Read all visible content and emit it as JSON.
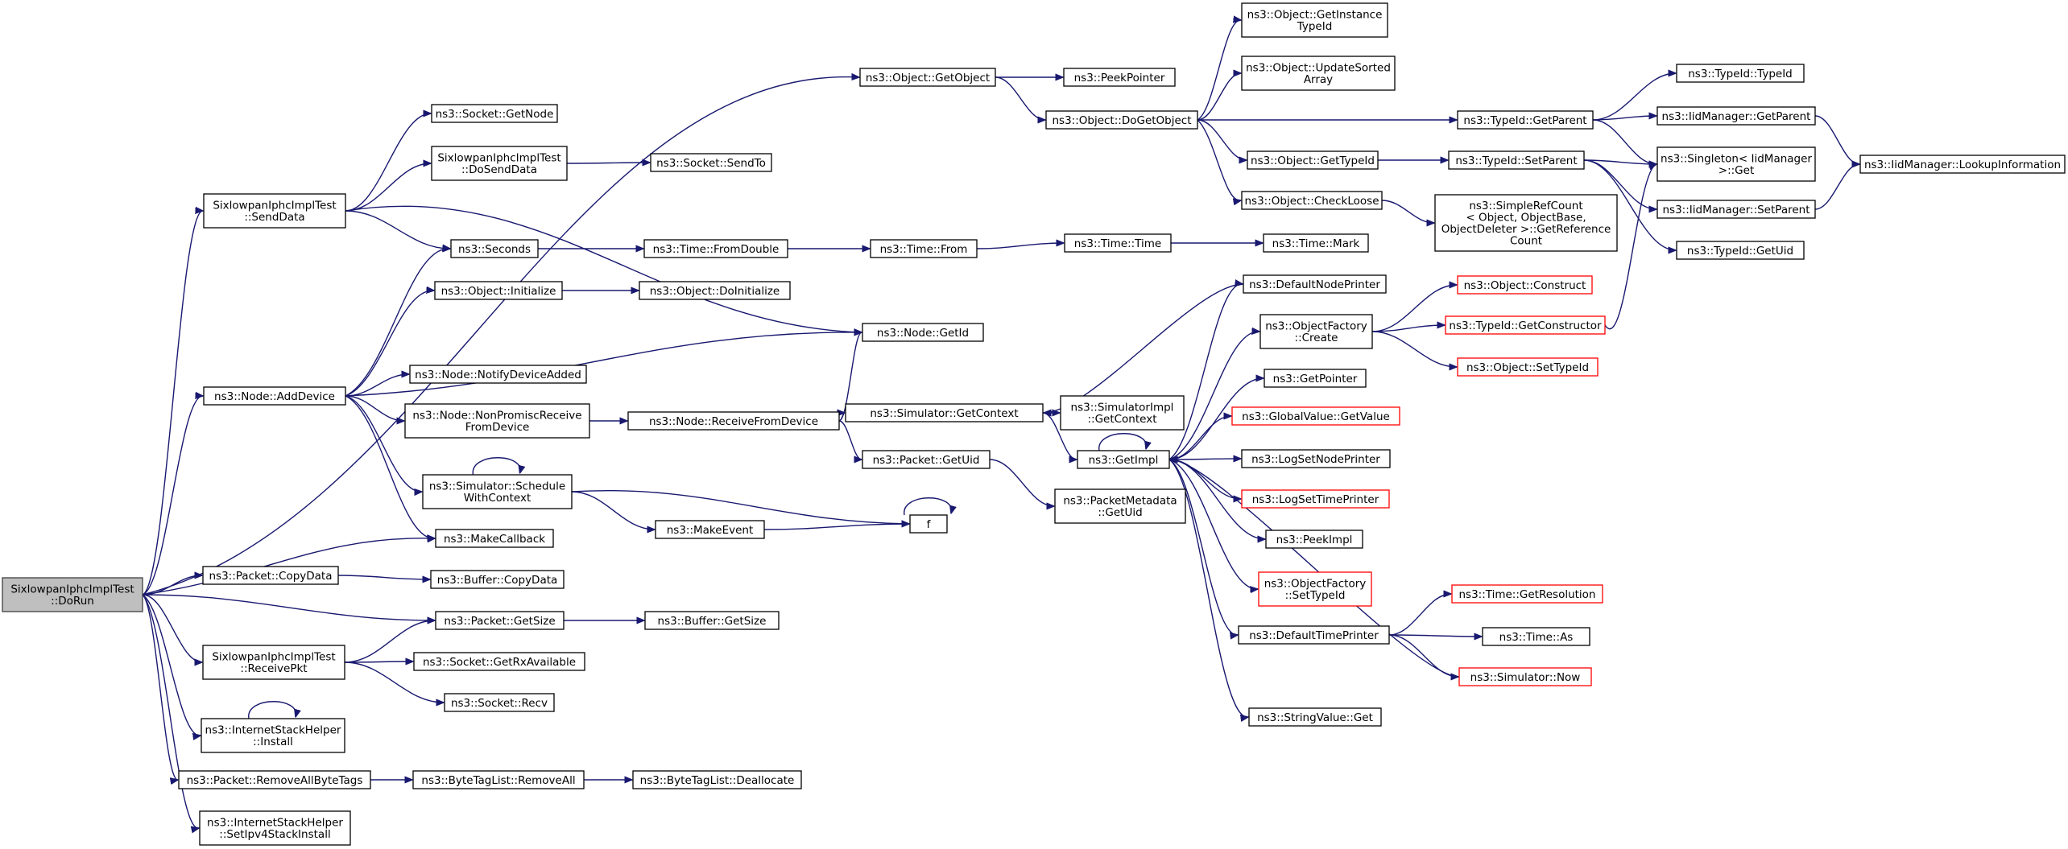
{
  "colors": {
    "edge": "#191970",
    "node_border": "#000000",
    "node_border_external": "#ff0000",
    "root_fill": "#bfbfbf"
  },
  "nodes": [
    {
      "id": "root",
      "label": [
        "SixlowpanIphcImplTest",
        "::DoRun"
      ],
      "style": "root"
    },
    {
      "id": "getobject",
      "label": [
        "ns3::Object::GetObject"
      ]
    },
    {
      "id": "peekpointer",
      "label": [
        "ns3::PeekPointer"
      ]
    },
    {
      "id": "dogetobject",
      "label": [
        "ns3::Object::DoGetObject"
      ]
    },
    {
      "id": "getinstancetypeid",
      "label": [
        "ns3::Object::GetInstance",
        "TypeId"
      ]
    },
    {
      "id": "updatesorted",
      "label": [
        "ns3::Object::UpdateSorted",
        "Array"
      ]
    },
    {
      "id": "typeid_getparent",
      "label": [
        "ns3::TypeId::GetParent"
      ]
    },
    {
      "id": "typeid_typeid",
      "label": [
        "ns3::TypeId::TypeId"
      ]
    },
    {
      "id": "iid_getparent",
      "label": [
        "ns3::IidManager::GetParent"
      ]
    },
    {
      "id": "singleton",
      "label": [
        "ns3::Singleton< IidManager",
        "  >::Get"
      ]
    },
    {
      "id": "lookup",
      "label": [
        "ns3::IidManager::LookupInformation"
      ]
    },
    {
      "id": "object_gettypeid",
      "label": [
        "ns3::Object::GetTypeId"
      ]
    },
    {
      "id": "typeid_setparent",
      "label": [
        "ns3::TypeId::SetParent"
      ]
    },
    {
      "id": "iid_setparent",
      "label": [
        "ns3::IidManager::SetParent"
      ]
    },
    {
      "id": "checkloose",
      "label": [
        "ns3::Object::CheckLoose"
      ]
    },
    {
      "id": "simplerefcount",
      "label": [
        "ns3::SimpleRefCount",
        "< Object, ObjectBase,",
        "  ObjectDeleter >::GetReference",
        "Count"
      ]
    },
    {
      "id": "typeid_getuid",
      "label": [
        "ns3::TypeId::GetUid"
      ]
    },
    {
      "id": "socket_getnode",
      "label": [
        "ns3::Socket::GetNode"
      ]
    },
    {
      "id": "dosenddata",
      "label": [
        "SixlowpanIphcImplTest",
        "::DoSendData"
      ]
    },
    {
      "id": "socket_sendto",
      "label": [
        "ns3::Socket::SendTo"
      ]
    },
    {
      "id": "senddata",
      "label": [
        "SixlowpanIphcImplTest",
        "::SendData"
      ]
    },
    {
      "id": "seconds",
      "label": [
        "ns3::Seconds"
      ]
    },
    {
      "id": "fromdouble",
      "label": [
        "ns3::Time::FromDouble"
      ]
    },
    {
      "id": "time_from",
      "label": [
        "ns3::Time::From"
      ]
    },
    {
      "id": "time_time",
      "label": [
        "ns3::Time::Time"
      ]
    },
    {
      "id": "time_mark",
      "label": [
        "ns3::Time::Mark"
      ]
    },
    {
      "id": "initialize",
      "label": [
        "ns3::Object::Initialize"
      ]
    },
    {
      "id": "doinitialize",
      "label": [
        "ns3::Object::DoInitialize"
      ]
    },
    {
      "id": "defaultnodeprinter",
      "label": [
        "ns3::DefaultNodePrinter"
      ]
    },
    {
      "id": "objectconstruct",
      "label": [
        "ns3::Object::Construct"
      ],
      "style": "red"
    },
    {
      "id": "factory_create",
      "label": [
        "ns3::ObjectFactory",
        "::Create"
      ]
    },
    {
      "id": "getconstructor",
      "label": [
        "ns3::TypeId::GetConstructor"
      ],
      "style": "red"
    },
    {
      "id": "node_getid",
      "label": [
        "ns3::Node::GetId"
      ]
    },
    {
      "id": "object_settypeid",
      "label": [
        "ns3::Object::SetTypeId"
      ],
      "style": "red"
    },
    {
      "id": "notifydeviceadded",
      "label": [
        "ns3::Node::NotifyDeviceAdded"
      ]
    },
    {
      "id": "getpointer",
      "label": [
        "ns3::GetPointer"
      ]
    },
    {
      "id": "adddevice",
      "label": [
        "ns3::Node::AddDevice"
      ]
    },
    {
      "id": "nonpromisc",
      "label": [
        "ns3::Node::NonPromiscReceive",
        "FromDevice"
      ]
    },
    {
      "id": "receivefromdevice",
      "label": [
        "ns3::Node::ReceiveFromDevice"
      ]
    },
    {
      "id": "getcontext",
      "label": [
        "ns3::Simulator::GetContext"
      ]
    },
    {
      "id": "simimpl_getcontext",
      "label": [
        "ns3::SimulatorImpl",
        "::GetContext"
      ]
    },
    {
      "id": "globalvalue",
      "label": [
        "ns3::GlobalValue::GetValue"
      ],
      "style": "red"
    },
    {
      "id": "packet_getuid",
      "label": [
        "ns3::Packet::GetUid"
      ]
    },
    {
      "id": "getimpl",
      "label": [
        "ns3::GetImpl"
      ]
    },
    {
      "id": "logsetnodeprinter",
      "label": [
        "ns3::LogSetNodePrinter"
      ]
    },
    {
      "id": "schedulewithcontext",
      "label": [
        "ns3::Simulator::Schedule",
        "WithContext"
      ]
    },
    {
      "id": "packetmetadata",
      "label": [
        "ns3::PacketMetadata",
        "::GetUid"
      ]
    },
    {
      "id": "logsettimeprinter",
      "label": [
        "ns3::LogSetTimePrinter"
      ],
      "style": "red"
    },
    {
      "id": "makeevent",
      "label": [
        "ns3::MakeEvent"
      ]
    },
    {
      "id": "f",
      "label": [
        "f"
      ]
    },
    {
      "id": "makecallback",
      "label": [
        "ns3::MakeCallback"
      ]
    },
    {
      "id": "peekimpl",
      "label": [
        "ns3::PeekImpl"
      ]
    },
    {
      "id": "packet_copydata",
      "label": [
        "ns3::Packet::CopyData"
      ]
    },
    {
      "id": "buffer_copydata",
      "label": [
        "ns3::Buffer::CopyData"
      ]
    },
    {
      "id": "factory_settypeid",
      "label": [
        "ns3::ObjectFactory",
        "::SetTypeId"
      ],
      "style": "red"
    },
    {
      "id": "getresolution",
      "label": [
        "ns3::Time::GetResolution"
      ],
      "style": "red"
    },
    {
      "id": "packet_getsize",
      "label": [
        "ns3::Packet::GetSize"
      ]
    },
    {
      "id": "buffer_getsize",
      "label": [
        "ns3::Buffer::GetSize"
      ]
    },
    {
      "id": "defaulttimeprinter",
      "label": [
        "ns3::DefaultTimePrinter"
      ]
    },
    {
      "id": "time_as",
      "label": [
        "ns3::Time::As"
      ]
    },
    {
      "id": "receivepkt",
      "label": [
        "SixlowpanIphcImplTest",
        "::ReceivePkt"
      ]
    },
    {
      "id": "getrxavailable",
      "label": [
        "ns3::Socket::GetRxAvailable"
      ]
    },
    {
      "id": "simulator_now",
      "label": [
        "ns3::Simulator::Now"
      ],
      "style": "red"
    },
    {
      "id": "socket_recv",
      "label": [
        "ns3::Socket::Recv"
      ]
    },
    {
      "id": "stringvalue",
      "label": [
        "ns3::StringValue::Get"
      ]
    },
    {
      "id": "install",
      "label": [
        "ns3::InternetStackHelper",
        "::Install"
      ]
    },
    {
      "id": "removeallbytetags",
      "label": [
        "ns3::Packet::RemoveAllByteTags"
      ]
    },
    {
      "id": "bytetag_removeall",
      "label": [
        "ns3::ByteTagList::RemoveAll"
      ]
    },
    {
      "id": "deallocate",
      "label": [
        "ns3::ByteTagList::Deallocate"
      ]
    },
    {
      "id": "setipv4",
      "label": [
        "ns3::InternetStackHelper",
        "::SetIpv4StackInstall"
      ]
    }
  ],
  "edges": [
    [
      "root",
      "getobject"
    ],
    [
      "root",
      "senddata"
    ],
    [
      "root",
      "adddevice"
    ],
    [
      "root",
      "makecallback"
    ],
    [
      "root",
      "packet_copydata"
    ],
    [
      "root",
      "packet_getsize"
    ],
    [
      "root",
      "receivepkt"
    ],
    [
      "root",
      "install"
    ],
    [
      "root",
      "removeallbytetags"
    ],
    [
      "root",
      "setipv4"
    ],
    [
      "getobject",
      "peekpointer"
    ],
    [
      "getobject",
      "dogetobject"
    ],
    [
      "dogetobject",
      "getinstancetypeid"
    ],
    [
      "dogetobject",
      "updatesorted"
    ],
    [
      "dogetobject",
      "typeid_getparent"
    ],
    [
      "dogetobject",
      "object_gettypeid"
    ],
    [
      "dogetobject",
      "checkloose"
    ],
    [
      "typeid_getparent",
      "typeid_typeid"
    ],
    [
      "typeid_getparent",
      "iid_getparent"
    ],
    [
      "typeid_getparent",
      "singleton"
    ],
    [
      "iid_getparent",
      "lookup"
    ],
    [
      "object_gettypeid",
      "typeid_setparent"
    ],
    [
      "typeid_setparent",
      "singleton"
    ],
    [
      "typeid_setparent",
      "iid_setparent"
    ],
    [
      "typeid_setparent",
      "typeid_getuid"
    ],
    [
      "iid_setparent",
      "lookup"
    ],
    [
      "checkloose",
      "simplerefcount"
    ],
    [
      "senddata",
      "socket_getnode"
    ],
    [
      "senddata",
      "dosenddata"
    ],
    [
      "senddata",
      "seconds"
    ],
    [
      "senddata",
      "node_getid"
    ],
    [
      "dosenddata",
      "socket_sendto"
    ],
    [
      "seconds",
      "fromdouble"
    ],
    [
      "fromdouble",
      "time_from"
    ],
    [
      "time_from",
      "time_time"
    ],
    [
      "time_time",
      "time_mark"
    ],
    [
      "initialize",
      "doinitialize"
    ],
    [
      "adddevice",
      "seconds"
    ],
    [
      "adddevice",
      "initialize"
    ],
    [
      "adddevice",
      "node_getid"
    ],
    [
      "adddevice",
      "notifydeviceadded"
    ],
    [
      "adddevice",
      "nonpromisc"
    ],
    [
      "adddevice",
      "schedulewithcontext"
    ],
    [
      "adddevice",
      "makecallback"
    ],
    [
      "nonpromisc",
      "receivefromdevice"
    ],
    [
      "receivefromdevice",
      "node_getid"
    ],
    [
      "receivefromdevice",
      "getcontext"
    ],
    [
      "receivefromdevice",
      "packet_getuid"
    ],
    [
      "getcontext",
      "simimpl_getcontext"
    ],
    [
      "getcontext",
      "getimpl"
    ],
    [
      "packet_getuid",
      "packetmetadata"
    ],
    [
      "getimpl",
      "defaultnodeprinter"
    ],
    [
      "getimpl",
      "factory_create"
    ],
    [
      "getimpl",
      "getpointer"
    ],
    [
      "getimpl",
      "globalvalue"
    ],
    [
      "getimpl",
      "logsetnodeprinter"
    ],
    [
      "getimpl",
      "logsettimeprinter"
    ],
    [
      "getimpl",
      "peekimpl"
    ],
    [
      "getimpl",
      "factory_settypeid"
    ],
    [
      "getimpl",
      "defaulttimeprinter"
    ],
    [
      "getimpl",
      "stringvalue"
    ],
    [
      "getimpl",
      "getimpl"
    ],
    [
      "defaultnodeprinter",
      "getcontext"
    ],
    [
      "factory_create",
      "objectconstruct"
    ],
    [
      "factory_create",
      "getconstructor"
    ],
    [
      "factory_create",
      "object_settypeid"
    ],
    [
      "getconstructor",
      "singleton"
    ],
    [
      "defaulttimeprinter",
      "getresolution"
    ],
    [
      "defaulttimeprinter",
      "time_as"
    ],
    [
      "defaulttimeprinter",
      "simulator_now"
    ],
    [
      "simulator_now",
      "getimpl"
    ],
    [
      "schedulewithcontext",
      "schedulewithcontext"
    ],
    [
      "schedulewithcontext",
      "makeevent"
    ],
    [
      "schedulewithcontext",
      "f"
    ],
    [
      "makeevent",
      "f"
    ],
    [
      "f",
      "f"
    ],
    [
      "packet_copydata",
      "buffer_copydata"
    ],
    [
      "packet_getsize",
      "buffer_getsize"
    ],
    [
      "receivepkt",
      "packet_getsize"
    ],
    [
      "receivepkt",
      "getrxavailable"
    ],
    [
      "receivepkt",
      "socket_recv"
    ],
    [
      "install",
      "install"
    ],
    [
      "removeallbytetags",
      "bytetag_removeall"
    ],
    [
      "bytetag_removeall",
      "deallocate"
    ]
  ]
}
